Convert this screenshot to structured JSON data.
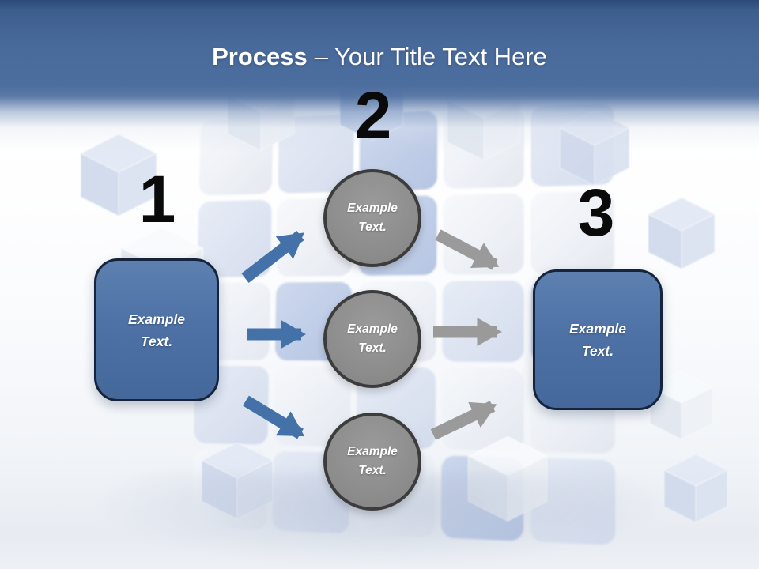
{
  "title": {
    "emphasis": "Process",
    "rest": "– Your Title Text Here"
  },
  "steps": [
    {
      "number": "1"
    },
    {
      "number": "2"
    },
    {
      "number": "3"
    }
  ],
  "left_box": {
    "label": "Example Text."
  },
  "right_box": {
    "label": "Example Text."
  },
  "circles": [
    {
      "label": "Example Text."
    },
    {
      "label": "Example Text."
    },
    {
      "label": "Example Text."
    }
  ],
  "colors": {
    "header_blue": "#4a6b9c",
    "box_blue": "#4e72a6",
    "box_border": "#16233c",
    "circle_gray": "#8c8c8c",
    "circle_border": "#3c3c3c",
    "arrow_blue": "#4571a9",
    "arrow_gray": "#9a9a9a",
    "number_color": "#0a0a0a",
    "title_color": "#ffffff"
  }
}
